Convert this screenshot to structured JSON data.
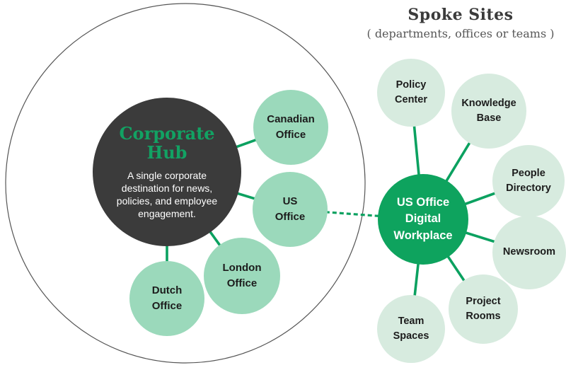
{
  "header": {
    "title": "Spoke Sites",
    "subtitle": "( departments, offices or teams )"
  },
  "corporate_hub": {
    "title": "Corporate\nHub",
    "description": "A single corporate\ndestination for news,\npolicies, and employee\nengagement."
  },
  "hub_offices": [
    {
      "label": "Canadian\nOffice"
    },
    {
      "label": "US\nOffice"
    },
    {
      "label": "London\nOffice"
    },
    {
      "label": "Dutch\nOffice"
    }
  ],
  "spoke_hub": {
    "label": "US Office\nDigital\nWorkplace"
  },
  "spoke_sites": [
    {
      "label": "Policy\nCenter"
    },
    {
      "label": "Knowledge\nBase"
    },
    {
      "label": "People\nDirectory"
    },
    {
      "label": "Newsroom"
    },
    {
      "label": "Project\nRooms"
    },
    {
      "label": "Team\nSpaces"
    }
  ],
  "colors": {
    "hub_fill": "#3b3b3b",
    "hub_title": "#12a263",
    "office_fill": "#9bd9bb",
    "spoke_fill": "#d7ebdf",
    "spoke_hub_fill": "#0ea35e",
    "connector": "#0ba160",
    "outline_circle": "#3e3e3e"
  }
}
